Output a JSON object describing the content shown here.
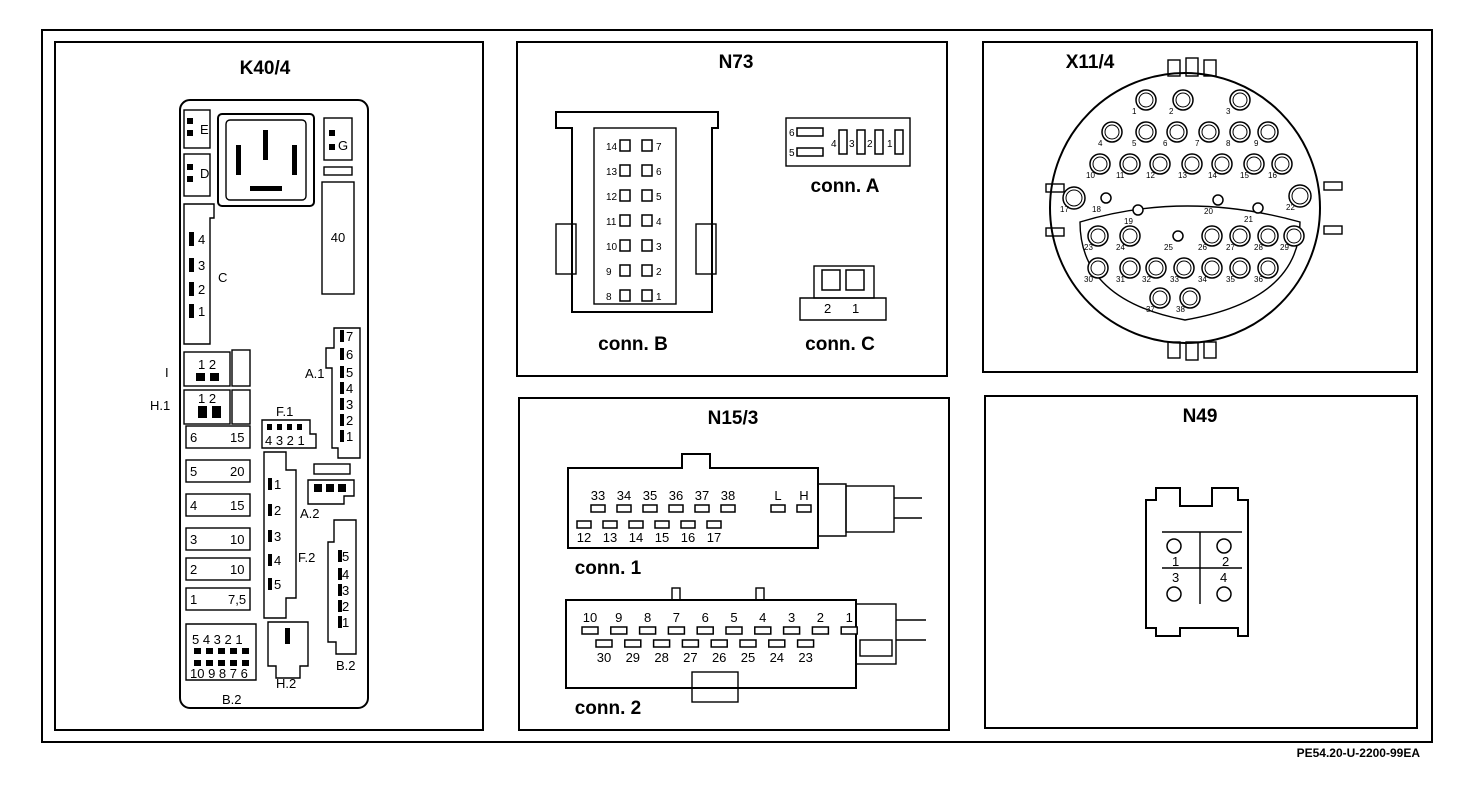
{
  "panels": {
    "k40_4": {
      "title": "K40/4",
      "relay_labels": {
        "e": "E",
        "d": "D",
        "g": "G",
        "c": "C",
        "i": "I",
        "h1": "H.1",
        "a1": "A.1",
        "f1": "F.1",
        "a2": "A.2",
        "f2": "F.2",
        "b2_right": "B.2",
        "h2": "H.2",
        "b2_bottom": "B.2"
      },
      "fuse_40": "40",
      "conn_c_pins": [
        "4",
        "3",
        "2",
        "1"
      ],
      "i_pins": "1 2",
      "h1_pins": "1 2",
      "f1_pins": "4 3 2 1",
      "a1_pins": [
        "7",
        "6",
        "5",
        "4",
        "3",
        "2",
        "1"
      ],
      "f2_pins": [
        "1",
        "2",
        "3",
        "4",
        "5"
      ],
      "b2_right_pins": [
        "5",
        "4",
        "3",
        "2",
        "1"
      ],
      "b2_top_pins": "5 4 3 2 1",
      "b2_bottom_pins": "10 9 8 7 6",
      "fuses": [
        {
          "n": "6",
          "a": "15"
        },
        {
          "n": "5",
          "a": "20"
        },
        {
          "n": "4",
          "a": "15"
        },
        {
          "n": "3",
          "a": "10"
        },
        {
          "n": "2",
          "a": "10"
        },
        {
          "n": "1",
          "a": "7,5"
        }
      ]
    },
    "n73": {
      "title": "N73",
      "conn_b_label": "conn. B",
      "conn_a_label": "conn. A",
      "conn_c_label": "conn. C",
      "conn_b_left": [
        "14",
        "13",
        "12",
        "11",
        "10",
        "9",
        "8"
      ],
      "conn_b_right": [
        "7",
        "6",
        "5",
        "4",
        "3",
        "2",
        "1"
      ],
      "conn_a_left": [
        "6",
        "5"
      ],
      "conn_a_right": [
        "4",
        "3",
        "2",
        "1"
      ],
      "conn_c_pins": [
        "2",
        "1"
      ]
    },
    "x11_4": {
      "title": "X11/4",
      "pins": [
        {
          "n": "1"
        },
        {
          "n": "2"
        },
        {
          "n": "3"
        },
        {
          "n": "4"
        },
        {
          "n": "5"
        },
        {
          "n": "6"
        },
        {
          "n": "7"
        },
        {
          "n": "8"
        },
        {
          "n": "9"
        },
        {
          "n": "10"
        },
        {
          "n": "11"
        },
        {
          "n": "12"
        },
        {
          "n": "13"
        },
        {
          "n": "14"
        },
        {
          "n": "15"
        },
        {
          "n": "16"
        },
        {
          "n": "17"
        },
        {
          "n": "18"
        },
        {
          "n": "19"
        },
        {
          "n": "20"
        },
        {
          "n": "21"
        },
        {
          "n": "22"
        },
        {
          "n": "23"
        },
        {
          "n": "24"
        },
        {
          "n": "25"
        },
        {
          "n": "26"
        },
        {
          "n": "27"
        },
        {
          "n": "28"
        },
        {
          "n": "29"
        },
        {
          "n": "30"
        },
        {
          "n": "31"
        },
        {
          "n": "32"
        },
        {
          "n": "33"
        },
        {
          "n": "34"
        },
        {
          "n": "35"
        },
        {
          "n": "36"
        },
        {
          "n": "37"
        },
        {
          "n": "38"
        }
      ]
    },
    "n15_3": {
      "title": "N15/3",
      "conn1_label": "conn. 1",
      "conn2_label": "conn. 2",
      "conn1_top": [
        "33",
        "34",
        "35",
        "36",
        "37",
        "38",
        "L",
        "H"
      ],
      "conn1_bottom": [
        "12",
        "13",
        "14",
        "15",
        "16",
        "17"
      ],
      "conn2_top": [
        "10",
        "9",
        "8",
        "7",
        "6",
        "5",
        "4",
        "3",
        "2",
        "1"
      ],
      "conn2_bottom": [
        "30",
        "29",
        "28",
        "27",
        "26",
        "25",
        "24",
        "23"
      ]
    },
    "n49": {
      "title": "N49",
      "pins": [
        "1",
        "2",
        "3",
        "4"
      ]
    }
  },
  "footer_code": "PE54.20-U-2200-99EA"
}
